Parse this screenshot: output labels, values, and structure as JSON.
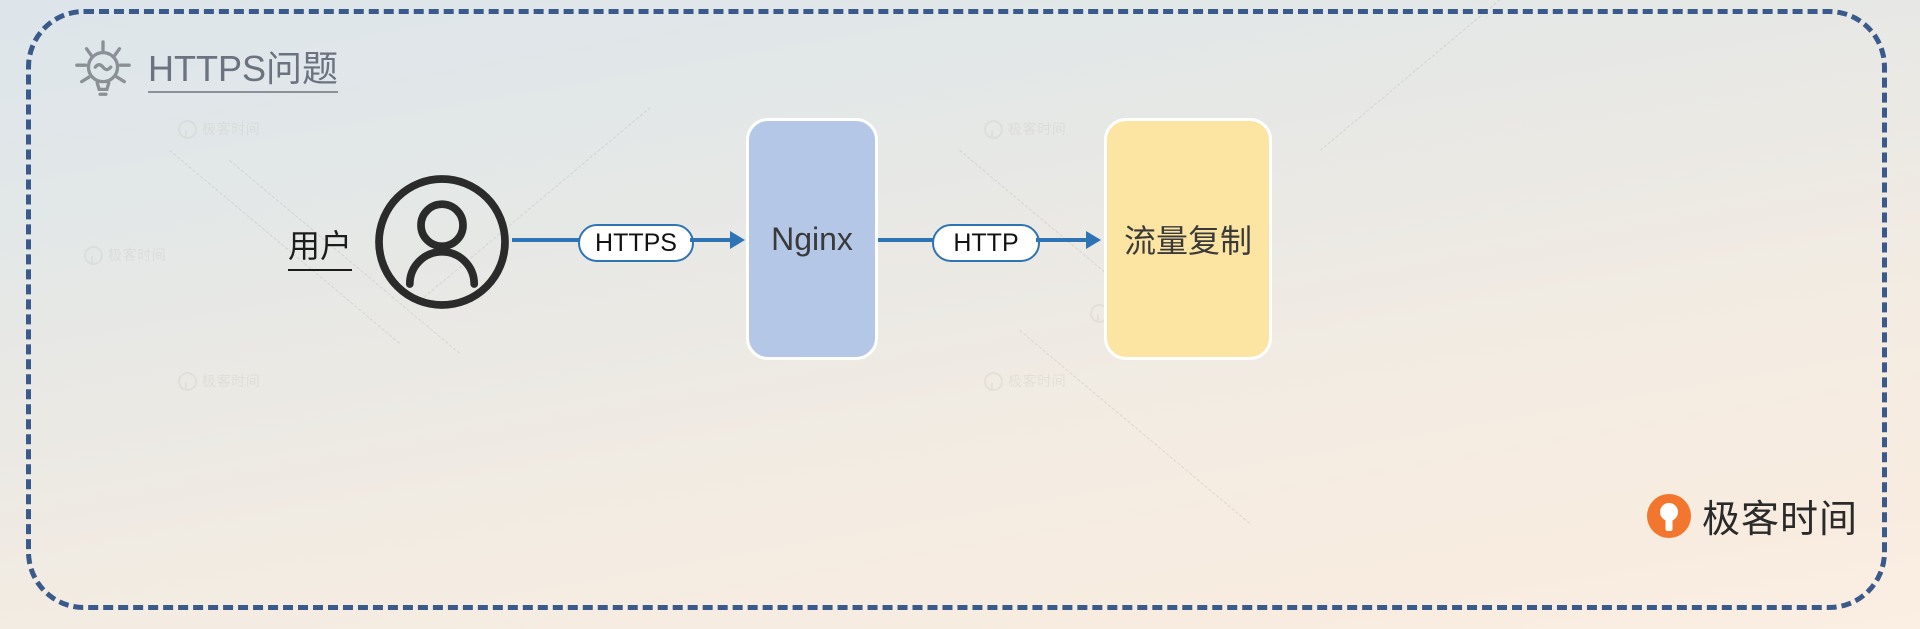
{
  "frame": {
    "border_color": "#3b5a8c",
    "style": "dashed-rounded"
  },
  "title": {
    "icon": "lightbulb-idea-icon",
    "text": "HTTPS问题",
    "color": "#6b7280"
  },
  "diagram": {
    "type": "flow",
    "nodes": [
      {
        "id": "user",
        "label": "用户",
        "shape": "avatar-circle",
        "color": "#2b2b2b"
      },
      {
        "id": "nginx",
        "label": "Nginx",
        "shape": "rounded-rect",
        "color": "#b4c7e7"
      },
      {
        "id": "mirror",
        "label": "流量复制",
        "shape": "rounded-rect",
        "color": "#fce4a3"
      }
    ],
    "edges": [
      {
        "from": "user",
        "to": "nginx",
        "label": "HTTPS",
        "color": "#2e74b5"
      },
      {
        "from": "nginx",
        "to": "mirror",
        "label": "HTTP",
        "color": "#2e74b5"
      }
    ]
  },
  "watermarks": {
    "text": "极客时间",
    "occurrences": 6
  },
  "brand": {
    "name": "极客时间",
    "mark": "geekbang-logo-icon",
    "color": "#f2762e"
  }
}
